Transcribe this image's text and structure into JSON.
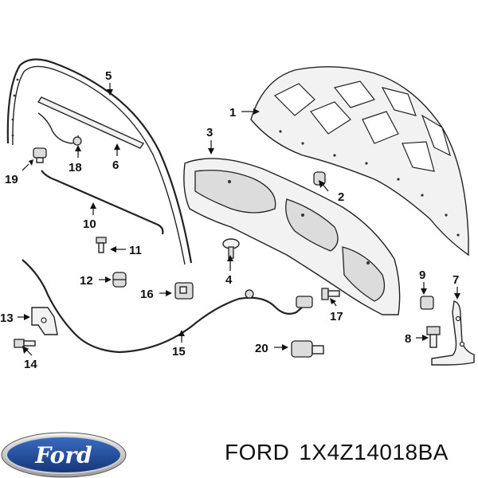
{
  "callouts": {
    "c1": "1",
    "c2": "2",
    "c3": "3",
    "c4": "4",
    "c5": "5",
    "c6": "6",
    "c7": "7",
    "c8": "8",
    "c9": "9",
    "c10": "10",
    "c11": "11",
    "c12": "12",
    "c13": "13",
    "c14": "14",
    "c15": "15",
    "c16": "16",
    "c17": "17",
    "c18": "18",
    "c19": "19",
    "c20": "20"
  },
  "logo": {
    "text": "Ford",
    "color_outer": "#1a3f8a",
    "color_inner": "#24509f"
  },
  "caption": {
    "brand": "FORD",
    "part_number": "1X4Z14018BA"
  }
}
